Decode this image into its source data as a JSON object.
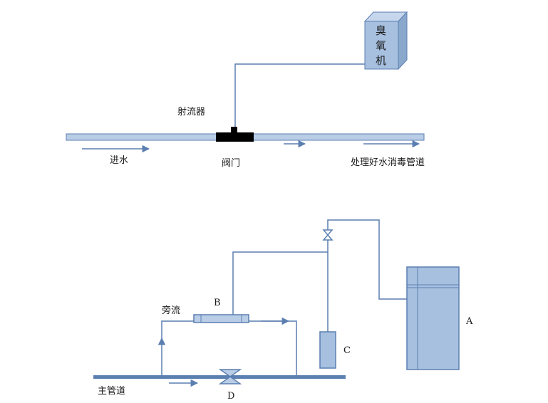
{
  "colors": {
    "pipe_fill": "#b9cde6",
    "pipe_stroke": "#5b7fb0",
    "line": "#5b7fb0",
    "box_front": "#a7c0e0",
    "box_side": "#8aa7cc",
    "box_top": "#c6d6ec",
    "ejector": "#000000"
  },
  "top_diagram": {
    "ozone_machine_chars": [
      "臭",
      "氧",
      "机"
    ],
    "ejector_label": "射流器",
    "inlet_label": "进水",
    "valve_label": "阀门",
    "outlet_label": "处理好水消毒管道"
  },
  "bottom_diagram": {
    "main_pipe_label": "主管道",
    "bypass_label": "旁流",
    "label_a": "A",
    "label_b": "B",
    "label_c": "C",
    "label_d": "D"
  }
}
